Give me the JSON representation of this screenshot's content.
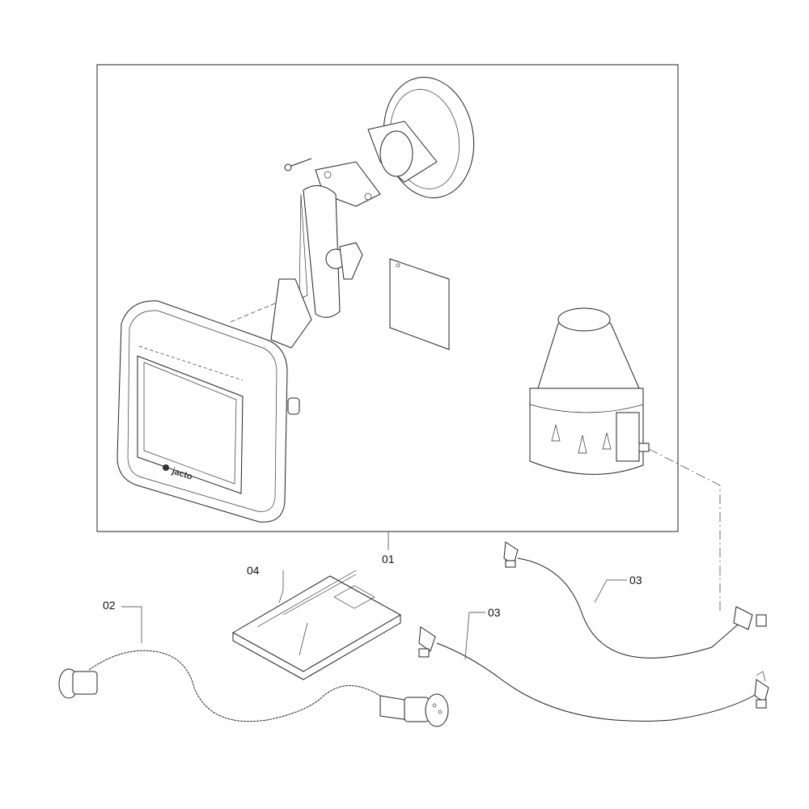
{
  "diagram": {
    "logo_text": "jacto",
    "callouts": [
      {
        "id": "01",
        "label": "01"
      },
      {
        "id": "02",
        "label": "02"
      },
      {
        "id": "03a",
        "label": "03"
      },
      {
        "id": "03b",
        "label": "03"
      },
      {
        "id": "04",
        "label": "04"
      }
    ]
  }
}
